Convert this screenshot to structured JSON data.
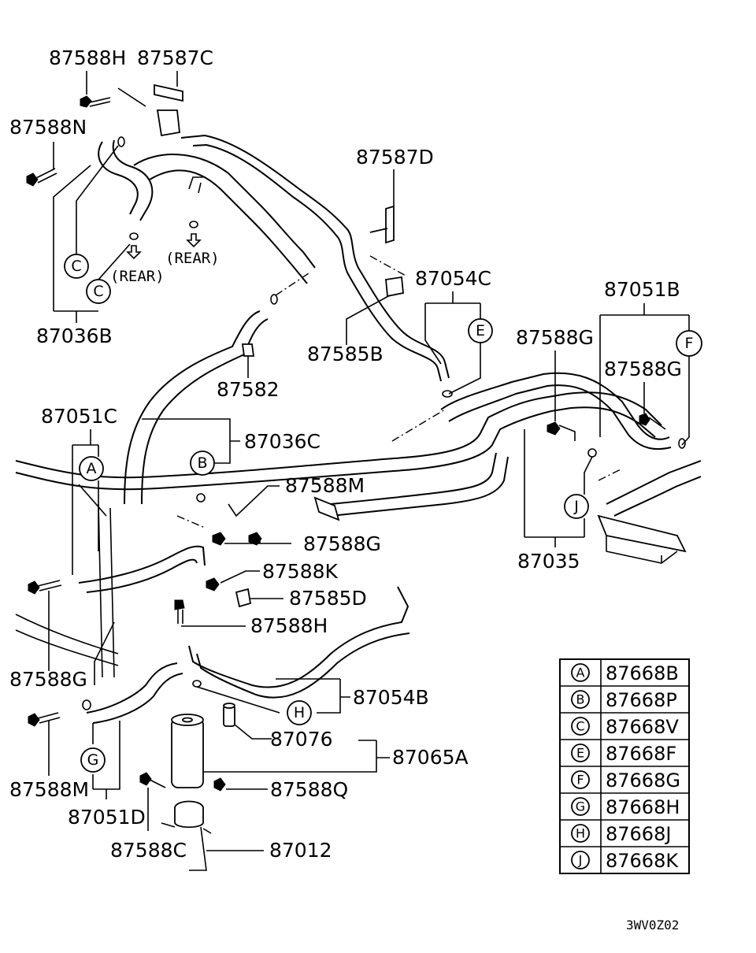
{
  "diagram": {
    "labels": {
      "l87588H_top": "87588H",
      "l87587C": "87587C",
      "l87588N": "87588N",
      "l87587D": "87587D",
      "lRear1": "(REAR)",
      "lRear2": "(REAR)",
      "l87054C": "87054C",
      "l87051B": "87051B",
      "l87036B": "87036B",
      "l87585B": "87585B",
      "l87588G_a": "87588G",
      "l87588G_b": "87588G",
      "l87582": "87582",
      "l87051C": "87051C",
      "l87036C": "87036C",
      "l87588M_mid": "87588M",
      "l87588G_c": "87588G",
      "l87588K": "87588K",
      "l87585D": "87585D",
      "l87035": "87035",
      "l87588H_mid": "87588H",
      "l87588G_d": "87588G",
      "l87054B": "87054B",
      "l87076": "87076",
      "l87065A": "87065A",
      "l87588M_bot": "87588M",
      "l87588Q": "87588Q",
      "l87051D": "87051D",
      "l87588C": "87588C",
      "l87012": "87012"
    },
    "callouts": {
      "cA": "A",
      "cB": "B",
      "cC1": "C",
      "cC2": "C",
      "cE": "E",
      "cF": "F",
      "cJ": "J",
      "cH": "H",
      "cG": "G"
    },
    "legend": [
      {
        "symbol": "A",
        "part": "87668B"
      },
      {
        "symbol": "B",
        "part": "87668P"
      },
      {
        "symbol": "C",
        "part": "87668V"
      },
      {
        "symbol": "E",
        "part": "87668F"
      },
      {
        "symbol": "F",
        "part": "87668G"
      },
      {
        "symbol": "G",
        "part": "87668H"
      },
      {
        "symbol": "H",
        "part": "87668J"
      },
      {
        "symbol": "J",
        "part": "87668K"
      }
    ],
    "code": "3WV0Z02"
  }
}
